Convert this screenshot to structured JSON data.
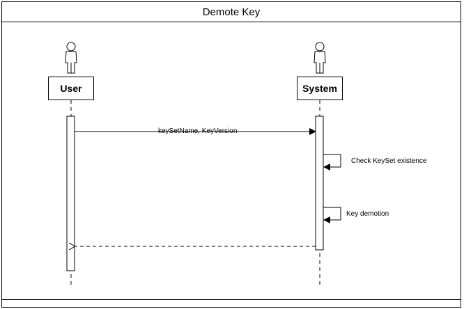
{
  "diagram": {
    "title": "Demote Key",
    "actors": [
      {
        "name": "User"
      },
      {
        "name": "System"
      }
    ],
    "messages": [
      {
        "label": "keySetName, KeyVersion",
        "from": "User",
        "to": "System",
        "kind": "sync"
      },
      {
        "label": "Check KeySet existence",
        "from": "System",
        "to": "System",
        "kind": "self"
      },
      {
        "label": "Key demotion",
        "from": "System",
        "to": "System",
        "kind": "self"
      },
      {
        "label": "",
        "from": "System",
        "to": "User",
        "kind": "return"
      }
    ]
  }
}
